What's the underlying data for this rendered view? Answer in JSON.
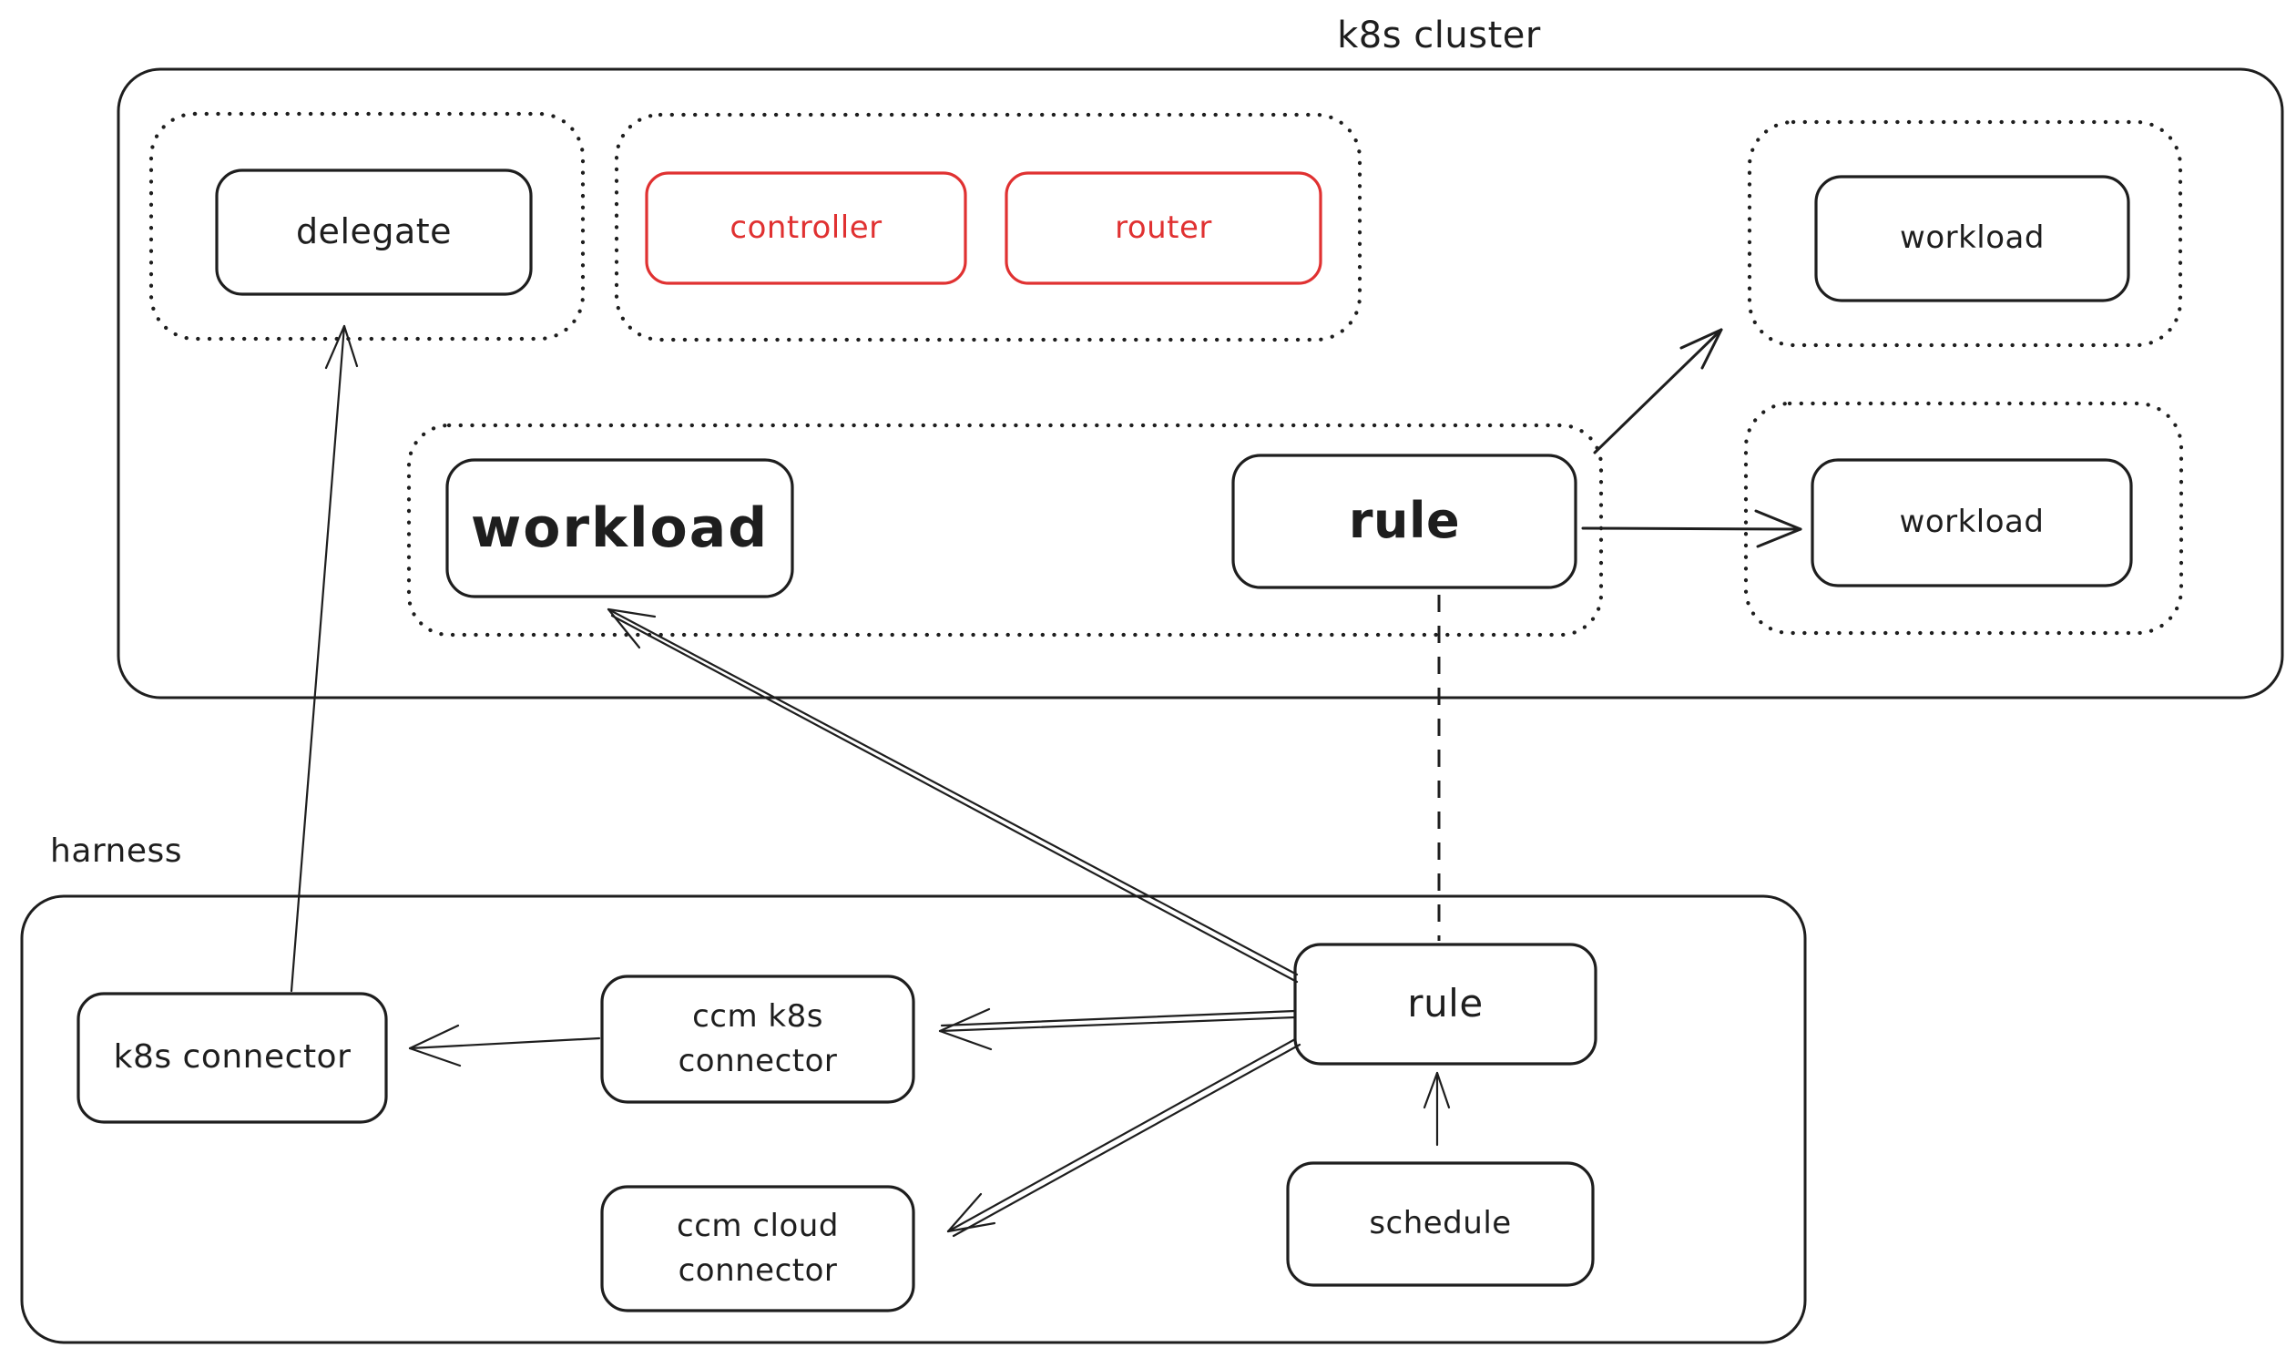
{
  "colors": {
    "ink": "#1e1e1e",
    "accent_red": "#e03131",
    "background": "#ffffff"
  },
  "k8s_cluster": {
    "title": "k8s cluster",
    "delegate": "delegate",
    "controller": "controller",
    "router": "router",
    "workload_top_right": "workload",
    "workload_main": "workload",
    "rule": "rule",
    "workload_mid_right": "workload"
  },
  "harness": {
    "title": "harness",
    "k8s_connector": "k8s connector",
    "ccm_k8s_connector": "ccm k8s\nconnector",
    "ccm_cloud_connector": "ccm cloud\nconnector",
    "rule": "rule",
    "schedule": "schedule"
  },
  "edges": [
    {
      "from": "harness.k8s_connector",
      "to": "k8s_cluster.delegate",
      "line": "solid",
      "arrow": true
    },
    {
      "from": "harness.rule",
      "to": "k8s_cluster.workload_main",
      "line": "solid",
      "arrow": true
    },
    {
      "from": "harness.rule",
      "to": "harness.ccm_k8s_connector",
      "line": "solid",
      "arrow": true
    },
    {
      "from": "harness.rule",
      "to": "harness.ccm_cloud_connector",
      "line": "solid",
      "arrow": true
    },
    {
      "from": "harness.ccm_k8s_connector",
      "to": "harness.k8s_connector",
      "line": "solid",
      "arrow": true
    },
    {
      "from": "harness.schedule",
      "to": "harness.rule",
      "line": "solid",
      "arrow": true
    },
    {
      "from": "k8s_cluster.rule",
      "to": "k8s_cluster.workload_top_right",
      "line": "solid",
      "arrow": true
    },
    {
      "from": "k8s_cluster.rule",
      "to": "k8s_cluster.workload_mid_right",
      "line": "solid",
      "arrow": true
    },
    {
      "from": "k8s_cluster.rule",
      "to": "harness.rule",
      "line": "dashed",
      "arrow": false
    }
  ]
}
